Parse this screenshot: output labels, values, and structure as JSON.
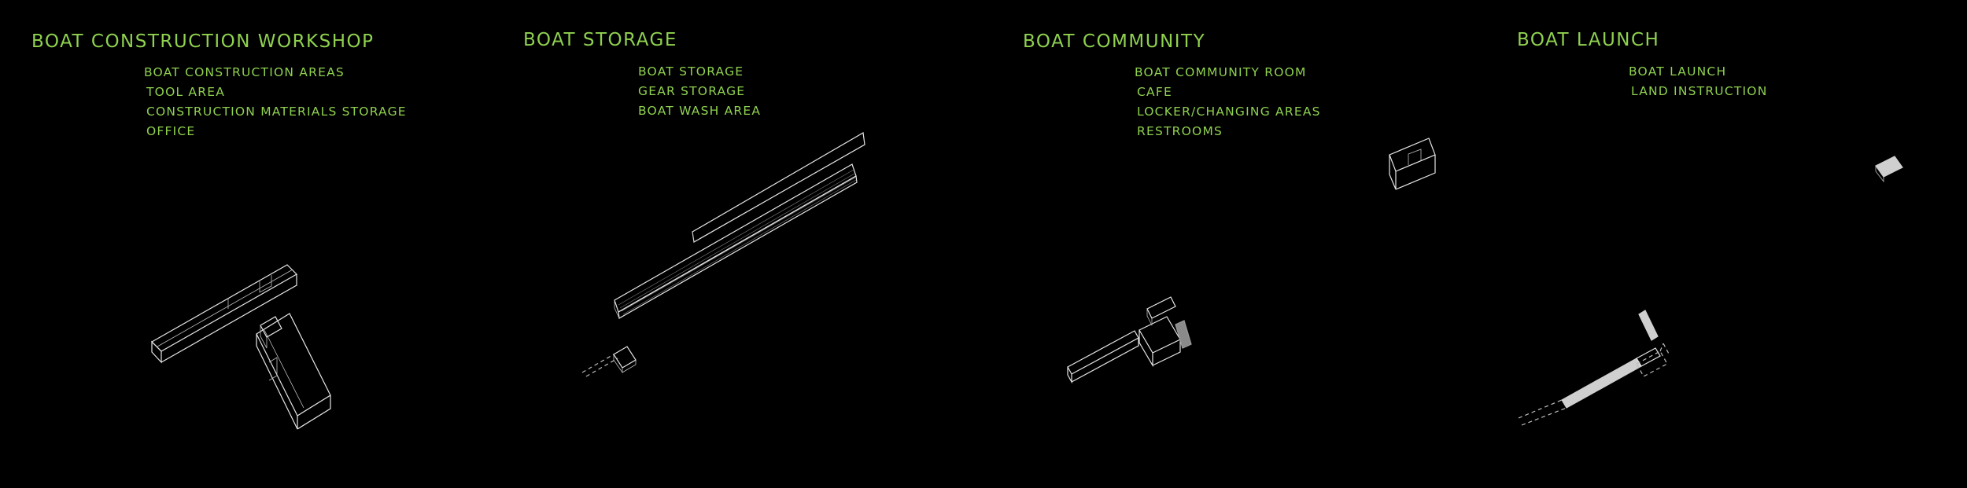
{
  "panels": [
    {
      "title": "BOAT CONSTRUCTION WORKSHOP",
      "items": [
        "BOAT CONSTRUCTION AREAS",
        "TOOL AREA",
        "CONSTRUCTION MATERIALS STORAGE",
        "OFFICE"
      ]
    },
    {
      "title": "BOAT STORAGE",
      "items": [
        "BOAT STORAGE",
        "GEAR STORAGE",
        "BOAT WASH AREA"
      ]
    },
    {
      "title": "BOAT COMMUNITY",
      "items": [
        "BOAT COMMUNITY ROOM",
        "CAFE",
        "LOCKER/CHANGING AREAS",
        "RESTROOMS"
      ]
    },
    {
      "title": "BOAT LAUNCH",
      "items": [
        "BOAT LAUNCH",
        "LAND INSTRUCTION"
      ]
    }
  ],
  "colors": {
    "background": "#000000",
    "label": "#8fd14f",
    "linework": "#e6e6e6"
  }
}
